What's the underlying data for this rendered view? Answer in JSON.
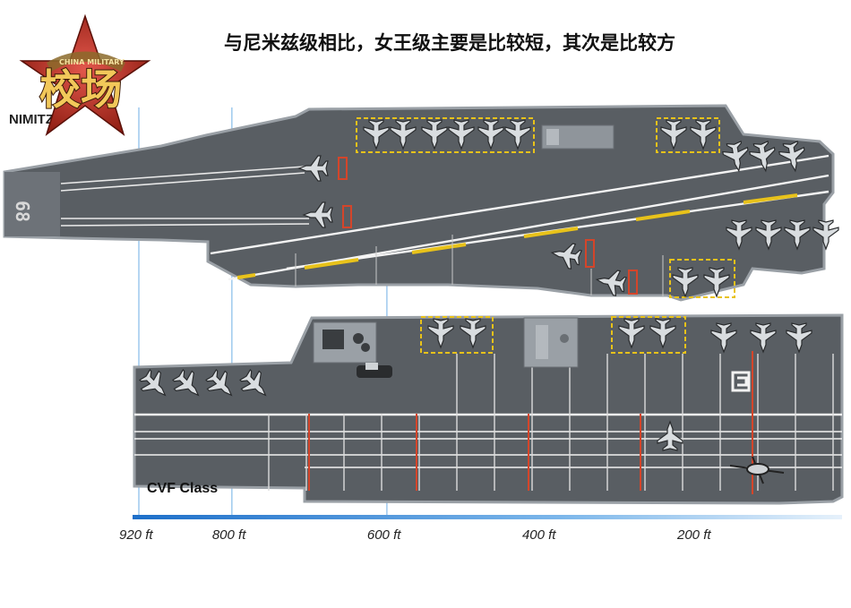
{
  "caption": "与尼米兹级相比，女王级主要是比较短，其次是比较方",
  "logo": {
    "text": "校场",
    "subtext": "CHINA MILITARY"
  },
  "nimitz": {
    "label": "NIMITZ",
    "hull_number": "68"
  },
  "cvf": {
    "label": "CVF Class"
  },
  "scale": {
    "ticks": [
      {
        "label": "920 ft",
        "value": 920
      },
      {
        "label": "800 ft",
        "value": 800
      },
      {
        "label": "600 ft",
        "value": 600
      },
      {
        "label": "400 ft",
        "value": 400
      },
      {
        "label": "200 ft",
        "value": 200
      }
    ]
  },
  "colors": {
    "deck": "#595e63",
    "hull_edge": "#9aa0a6",
    "line": "#f2f2f2",
    "yellow": "#e8c21a",
    "red": "#d4452a",
    "scale_bar": "#2a7fd4",
    "guide": "#9ec9ee",
    "star": "#c0392b"
  }
}
